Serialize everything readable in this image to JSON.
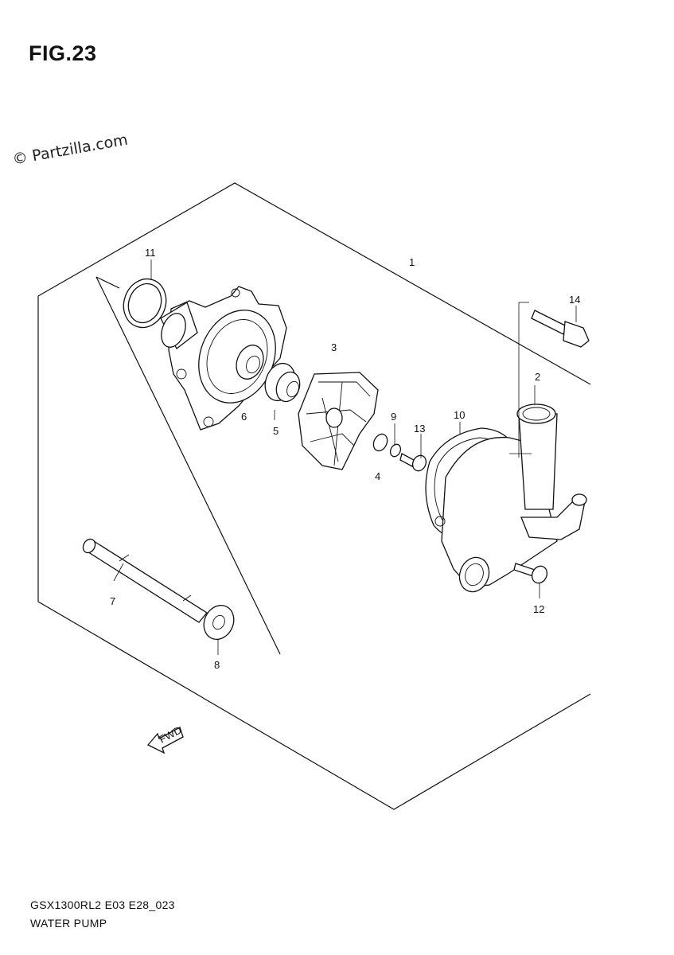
{
  "figure": {
    "title": "FIG.23"
  },
  "watermark": {
    "text": "© Partzilla.com"
  },
  "callouts": [
    {
      "id": "1",
      "label": "1"
    },
    {
      "id": "2",
      "label": "2"
    },
    {
      "id": "3",
      "label": "3"
    },
    {
      "id": "4",
      "label": "4"
    },
    {
      "id": "5",
      "label": "5"
    },
    {
      "id": "6",
      "label": "6"
    },
    {
      "id": "7",
      "label": "7"
    },
    {
      "id": "8",
      "label": "8"
    },
    {
      "id": "9",
      "label": "9"
    },
    {
      "id": "10",
      "label": "10"
    },
    {
      "id": "11",
      "label": "11"
    },
    {
      "id": "12",
      "label": "12"
    },
    {
      "id": "13",
      "label": "13"
    },
    {
      "id": "14",
      "label": "14"
    }
  ],
  "direction_marker": {
    "text": "FWD"
  },
  "footer": {
    "model_code": "GSX1300RL2 E03 E28_023",
    "diagram_name": "WATER PUMP"
  }
}
